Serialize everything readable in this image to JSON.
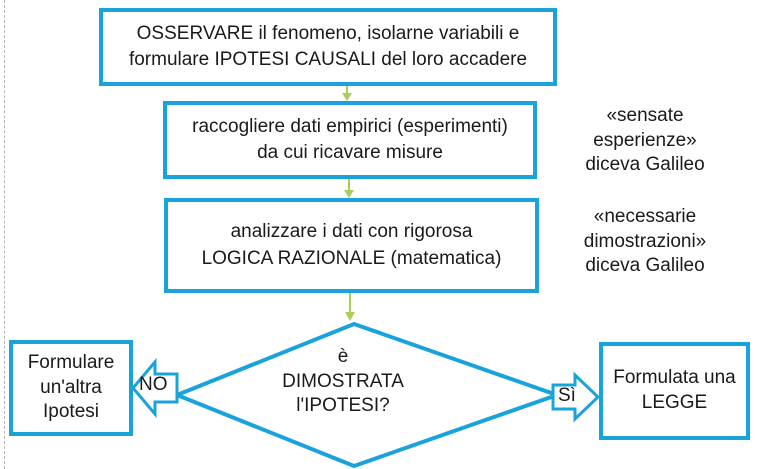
{
  "flowchart": {
    "step1": "OSSERVARE il fenomeno, isolarne variabili e\nformulare IPOTESI CAUSALI del loro accadere",
    "step2": "raccogliere dati empirici (esperimenti)\nda cui ricavare misure",
    "step3": "analizzare i dati con rigorosa\nLOGICA RAZIONALE (matematica)",
    "decision": "è\nDIMOSTRATA\nl'IPOTESI?",
    "no_label": "NO",
    "yes_label": "Sì",
    "no_result": "Formulare\nun'altra\nIpotesi",
    "yes_result": "Formulata una\nLEGGE"
  },
  "notes": {
    "note1": "«sensate\nesperienze»\ndiceva Galileo",
    "note2": "«necessarie\ndimostrazioni»\ndiceva Galileo"
  },
  "colors": {
    "border": "#1aa3db",
    "connector": "#a9cf5b"
  }
}
